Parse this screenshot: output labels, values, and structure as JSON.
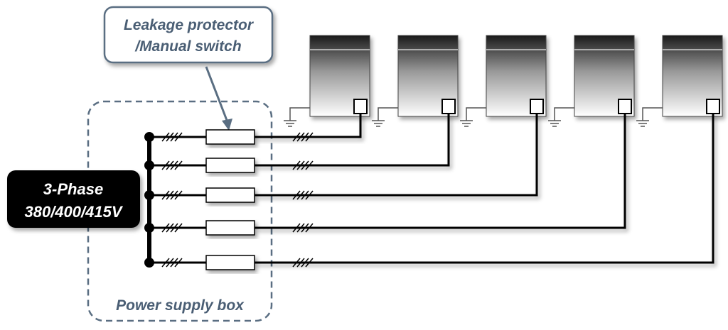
{
  "labels": {
    "protector_line1": "Leakage protector",
    "protector_line2": "/Manual switch",
    "source_line1": "3-Phase",
    "source_line2": "380/400/415V",
    "box": "Power supply box"
  },
  "colors": {
    "label_text": "#4a5e74",
    "callout_border": "#5a6e82",
    "source_fill": "#000000",
    "source_text": "#ffffff",
    "wire": "#000000"
  },
  "circuits": 5
}
